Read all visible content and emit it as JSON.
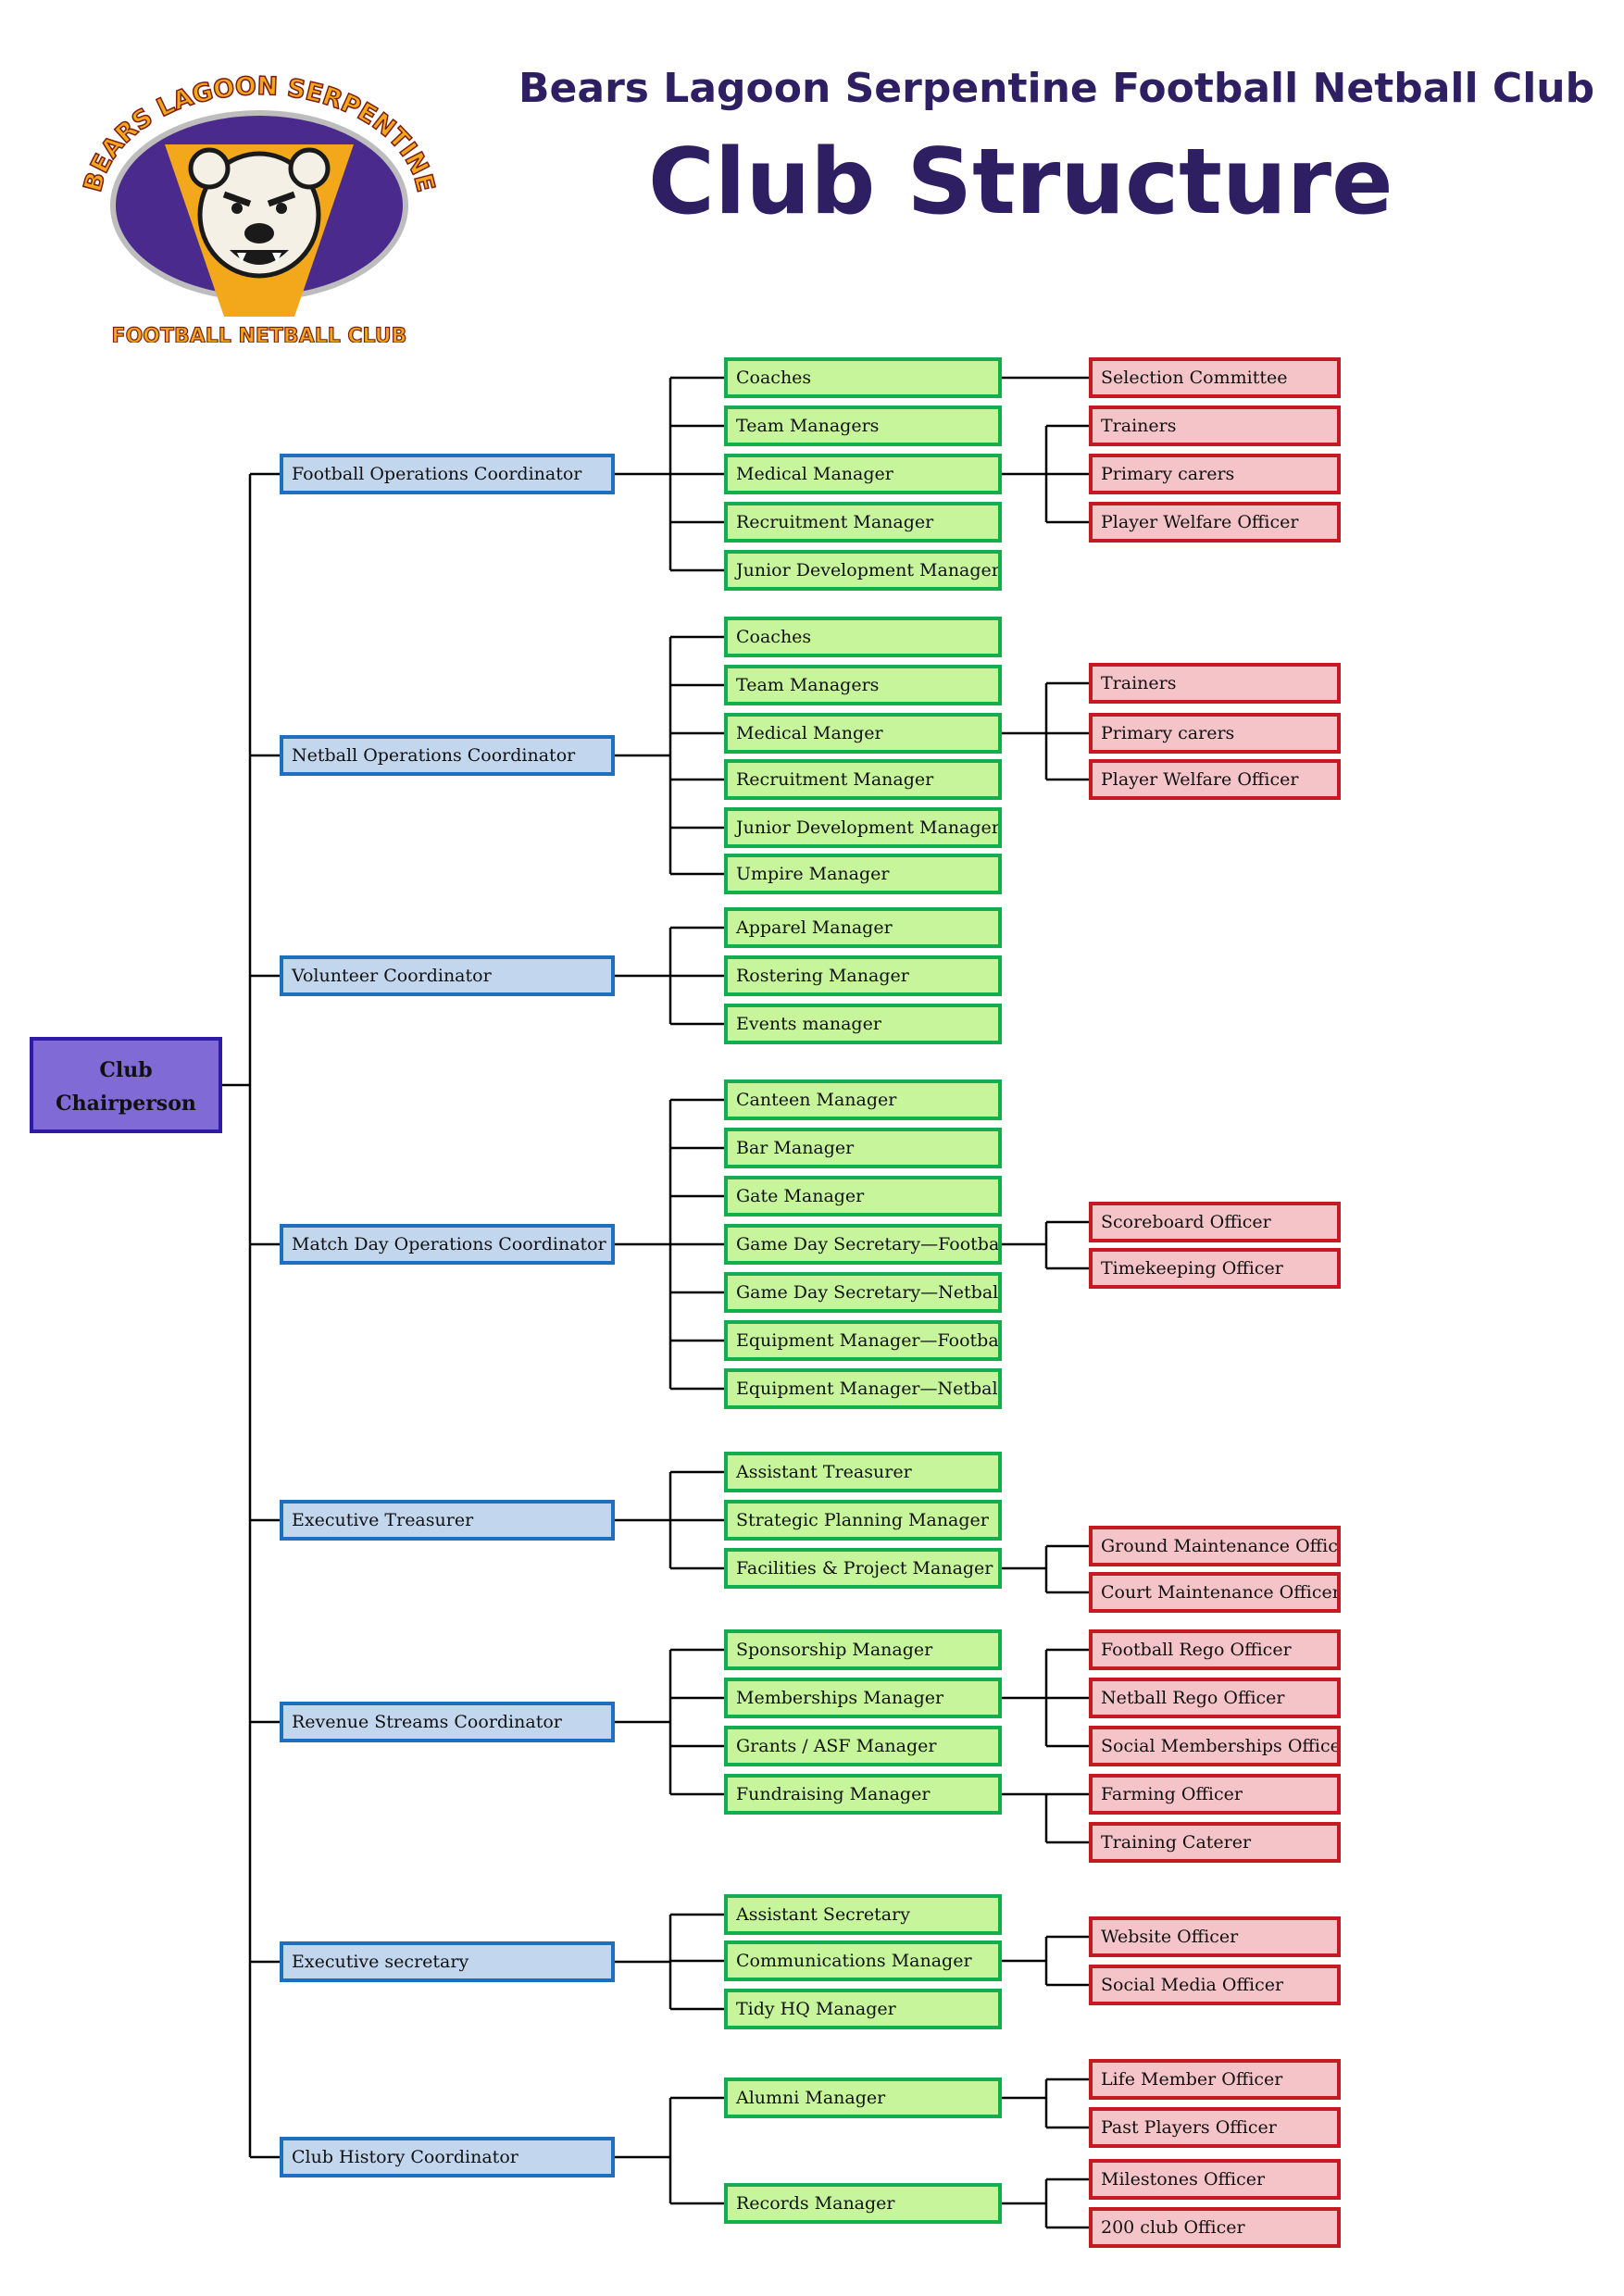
{
  "header": {
    "club_name": "Bears Lagoon Serpentine Football Netball Club",
    "title": "Club Structure"
  },
  "logo": {
    "top_text": "BEARS LAGOON SERPENTINE",
    "bottom_text": "FOOTBALL NETBALL CLUB",
    "icon": "bear-head-icon",
    "colors": {
      "purple": "#4a2a8c",
      "gold": "#f3a81c",
      "cream": "#f5e6b8",
      "ink": "#1a1a1a"
    }
  },
  "colors": {
    "root_fill": "#7f6ad6",
    "root_border": "#2f1aa8",
    "coordinator_fill": "#c2d7ee",
    "coordinator_border": "#1f6fbf",
    "manager_fill": "#c6f59b",
    "manager_border": "#12ad4c",
    "officer_fill": "#f4c4c8",
    "officer_border": "#c61a22",
    "title": "#2e1f63",
    "line": "#000000"
  },
  "root": {
    "line1": "Club",
    "line2": "Chairperson"
  },
  "coordinators": [
    {
      "label": "Football Operations Coordinator",
      "managers": [
        {
          "label": "Coaches",
          "officers": [
            "Selection Committee"
          ]
        },
        {
          "label": "Team Managers",
          "officers": []
        },
        {
          "label": "Medical Manager",
          "officers": [
            "Trainers",
            "Primary carers",
            "Player Welfare Officer"
          ]
        },
        {
          "label": "Recruitment Manager",
          "officers": []
        },
        {
          "label": "Junior Development Manager",
          "officers": []
        }
      ]
    },
    {
      "label": "Netball Operations Coordinator",
      "managers": [
        {
          "label": "Coaches",
          "officers": []
        },
        {
          "label": "Team Managers",
          "officers": []
        },
        {
          "label": "Medical Manger",
          "officers": [
            "Trainers",
            "Primary carers",
            "Player Welfare Officer"
          ]
        },
        {
          "label": "Recruitment Manager",
          "officers": []
        },
        {
          "label": "Junior Development Manager",
          "officers": []
        },
        {
          "label": "Umpire Manager",
          "officers": []
        }
      ]
    },
    {
      "label": "Volunteer Coordinator",
      "managers": [
        {
          "label": "Apparel Manager",
          "officers": []
        },
        {
          "label": "Rostering Manager",
          "officers": []
        },
        {
          "label": "Events manager",
          "officers": []
        }
      ]
    },
    {
      "label": "Match Day Operations Coordinator",
      "managers": [
        {
          "label": "Canteen Manager",
          "officers": []
        },
        {
          "label": "Bar Manager",
          "officers": []
        },
        {
          "label": "Gate Manager",
          "officers": []
        },
        {
          "label": "Game Day Secretary—Football",
          "officers": [
            "Scoreboard Officer",
            "Timekeeping Officer"
          ]
        },
        {
          "label": "Game Day Secretary—Netball",
          "officers": []
        },
        {
          "label": "Equipment Manager—Football",
          "officers": []
        },
        {
          "label": "Equipment Manager—Netball",
          "officers": []
        }
      ]
    },
    {
      "label": "Executive Treasurer",
      "managers": [
        {
          "label": "Assistant Treasurer",
          "officers": []
        },
        {
          "label": "Strategic Planning Manager",
          "officers": []
        },
        {
          "label": "Facilities & Project Manager",
          "officers": [
            "Ground Maintenance Officer",
            "Court Maintenance Officer"
          ]
        }
      ]
    },
    {
      "label": "Revenue Streams Coordinator",
      "managers": [
        {
          "label": "Sponsorship Manager",
          "officers": []
        },
        {
          "label": "Memberships Manager",
          "officers": [
            "Football Rego Officer",
            "Netball Rego Officer",
            "Social Memberships Officer"
          ]
        },
        {
          "label": "Grants / ASF Manager",
          "officers": []
        },
        {
          "label": "Fundraising Manager",
          "officers": [
            "Farming Officer",
            "Training Caterer"
          ]
        }
      ]
    },
    {
      "label": "Executive secretary",
      "managers": [
        {
          "label": "Assistant Secretary",
          "officers": []
        },
        {
          "label": "Communications Manager",
          "officers": [
            "Website Officer",
            "Social Media Officer"
          ]
        },
        {
          "label": "Tidy HQ Manager",
          "officers": []
        }
      ]
    },
    {
      "label": "Club History Coordinator",
      "managers": [
        {
          "label": "Alumni Manager",
          "officers": [
            "Life Member Officer",
            "Past Players Officer"
          ]
        },
        {
          "label": "Records Manager",
          "officers": [
            "Milestones Officer",
            "200 club Officer"
          ]
        }
      ]
    }
  ]
}
